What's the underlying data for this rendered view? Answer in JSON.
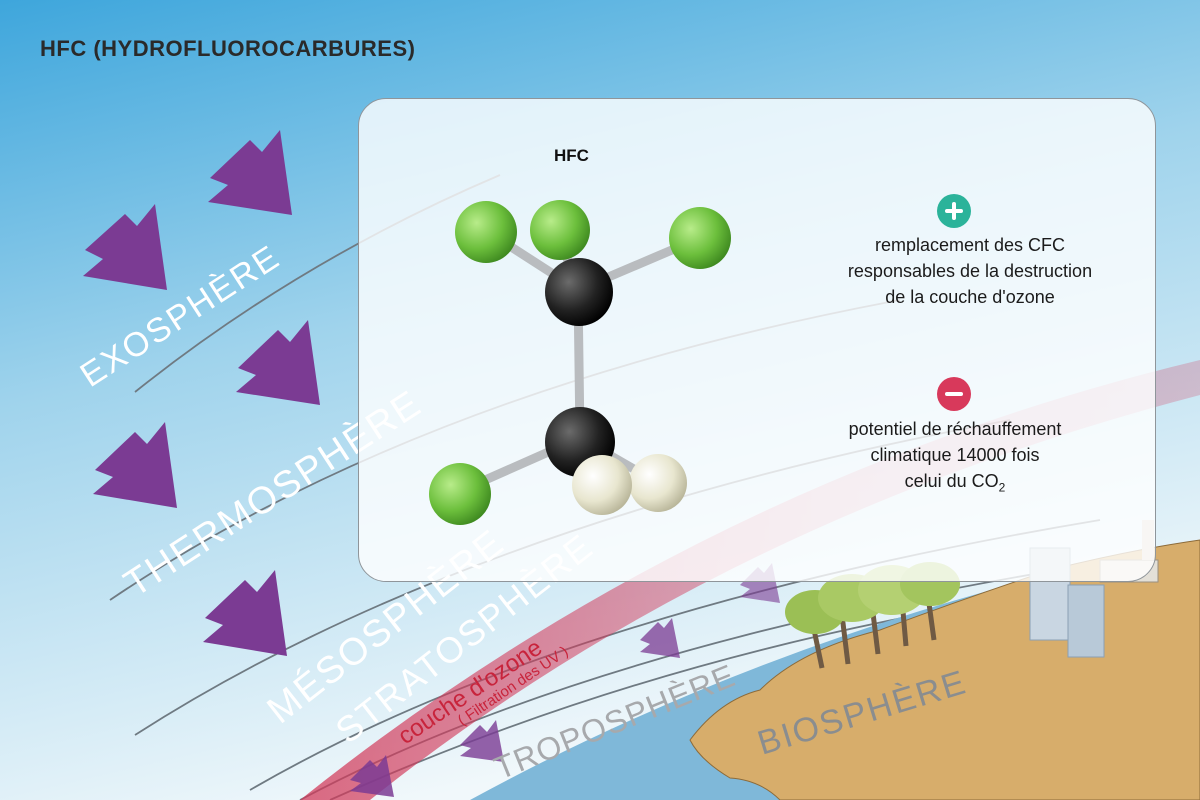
{
  "title": "HFC (HYDROFLUOROCARBURES)",
  "layers": {
    "exosphere": "EXOSPHÈRE",
    "thermosphere": "THERMOSPHÈRE",
    "mesosphere": "MÉSOSPHÈRE",
    "stratosphere": "STRATOSPHÈRE",
    "ozone_layer": "couche d'ozone",
    "ozone_note": "( Filtration des UV )",
    "troposphere": "TROPOSPHÈRE",
    "biosphere": "BIOSPHÈRE"
  },
  "card": {
    "molecule_label": "HFC",
    "advantage": {
      "icon": "plus-circle-icon",
      "color": "#2bb39a",
      "lines": [
        "remplacement des CFC",
        "responsables de la destruction",
        "de la couche d'ozone"
      ]
    },
    "drawback": {
      "icon": "minus-circle-icon",
      "color": "#d8395b",
      "lines": [
        "potentiel de réchauffement",
        "climatique 14000 fois"
      ],
      "last_line_prefix": "celui du CO",
      "last_line_sub": "2"
    }
  },
  "colors": {
    "sky_top": "#3aa3da",
    "sky_bottom": "#e9f6fb",
    "arrow": "#7b3b93",
    "ozone": "#d23a5a",
    "land": "#d7ad6b",
    "fluorine": "#7fcb4a",
    "carbon": "#2a2a2a",
    "hydrogen": "#efeedd"
  }
}
